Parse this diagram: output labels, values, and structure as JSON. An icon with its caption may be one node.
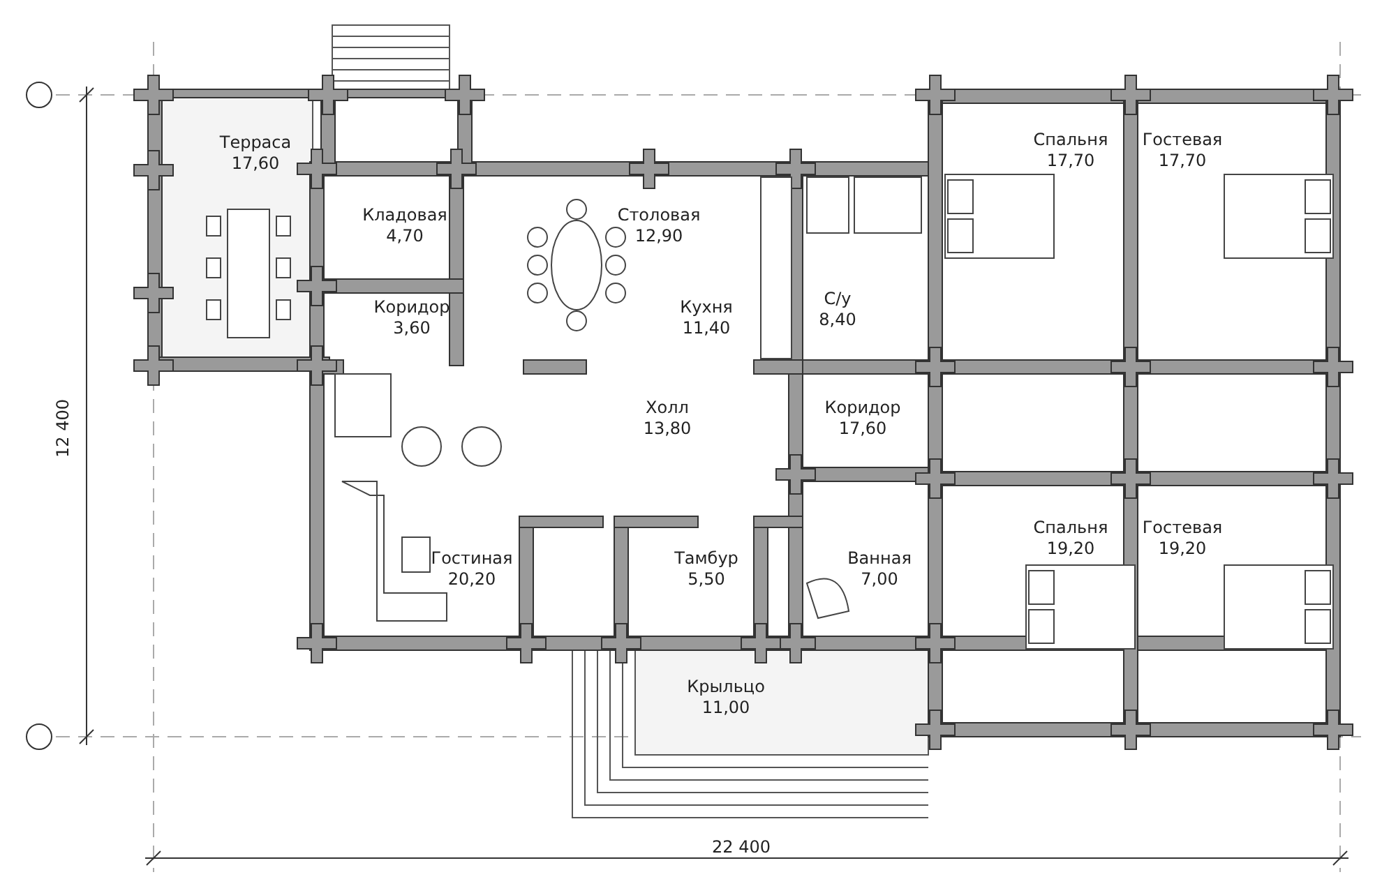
{
  "diagram": {
    "nodes": [
      {
        "text": [
          "Терраса",
          "17,60"
        ]
      },
      {
        "text": [
          "Кладовая",
          "4,70"
        ]
      },
      {
        "text": [
          "Столовая",
          "12,90"
        ]
      },
      {
        "text": [
          "Коридор",
          "3,60"
        ]
      },
      {
        "text": [
          "Кухня",
          "11,40"
        ]
      },
      {
        "text": [
          "С/у",
          "8,40"
        ]
      },
      {
        "text": [
          "Спальня",
          "17,70"
        ]
      },
      {
        "text": [
          "Гостевая",
          "17,70"
        ]
      },
      {
        "text": [
          "Холл",
          "13,80"
        ]
      },
      {
        "text": [
          "Коридор",
          "17,60"
        ]
      },
      {
        "text": [
          "Гостиная",
          "20,20"
        ]
      },
      {
        "text": [
          "Тамбур",
          "5,50"
        ]
      },
      {
        "text": [
          "Ванная",
          "7,00"
        ]
      },
      {
        "text": [
          "Спальня",
          "19,20"
        ]
      },
      {
        "text": [
          "Гостевая",
          "19,20"
        ]
      },
      {
        "text": [
          "Крыльцо",
          "11,00"
        ]
      }
    ],
    "labels": [
      "12 400",
      "22 400"
    ]
  }
}
